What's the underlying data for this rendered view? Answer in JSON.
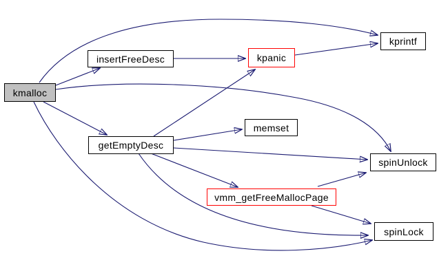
{
  "graph": {
    "type": "call-graph",
    "root": "kmalloc",
    "colors": {
      "edge": "#191970",
      "node_border": "#000000",
      "node_fill": "#ffffff",
      "focus_node_fill": "#c0c0c0",
      "truncated_node_border": "#ff0000",
      "text": "#000000",
      "background": "#ffffff"
    },
    "nodes": [
      {
        "id": "kmalloc",
        "label": "kmalloc",
        "style": "focus"
      },
      {
        "id": "insertFreeDesc",
        "label": "insertFreeDesc",
        "style": "normal"
      },
      {
        "id": "kpanic",
        "label": "kpanic",
        "style": "red-border"
      },
      {
        "id": "kprintf",
        "label": "kprintf",
        "style": "normal"
      },
      {
        "id": "getEmptyDesc",
        "label": "getEmptyDesc",
        "style": "normal"
      },
      {
        "id": "memset",
        "label": "memset",
        "style": "normal"
      },
      {
        "id": "spinUnlock",
        "label": "spinUnlock",
        "style": "normal"
      },
      {
        "id": "vmm_getFreeMallocPage",
        "label": "vmm_getFreeMallocPage",
        "style": "red-border"
      },
      {
        "id": "spinLock",
        "label": "spinLock",
        "style": "normal"
      }
    ],
    "edges": [
      {
        "from": "kmalloc",
        "to": "kprintf"
      },
      {
        "from": "kmalloc",
        "to": "insertFreeDesc"
      },
      {
        "from": "kmalloc",
        "to": "spinUnlock"
      },
      {
        "from": "kmalloc",
        "to": "getEmptyDesc"
      },
      {
        "from": "kmalloc",
        "to": "spinLock"
      },
      {
        "from": "insertFreeDesc",
        "to": "kpanic"
      },
      {
        "from": "kpanic",
        "to": "kprintf"
      },
      {
        "from": "getEmptyDesc",
        "to": "kpanic"
      },
      {
        "from": "getEmptyDesc",
        "to": "memset"
      },
      {
        "from": "getEmptyDesc",
        "to": "spinUnlock"
      },
      {
        "from": "getEmptyDesc",
        "to": "vmm_getFreeMallocPage"
      },
      {
        "from": "getEmptyDesc",
        "to": "spinLock"
      },
      {
        "from": "vmm_getFreeMallocPage",
        "to": "spinUnlock"
      },
      {
        "from": "vmm_getFreeMallocPage",
        "to": "spinLock"
      }
    ]
  }
}
